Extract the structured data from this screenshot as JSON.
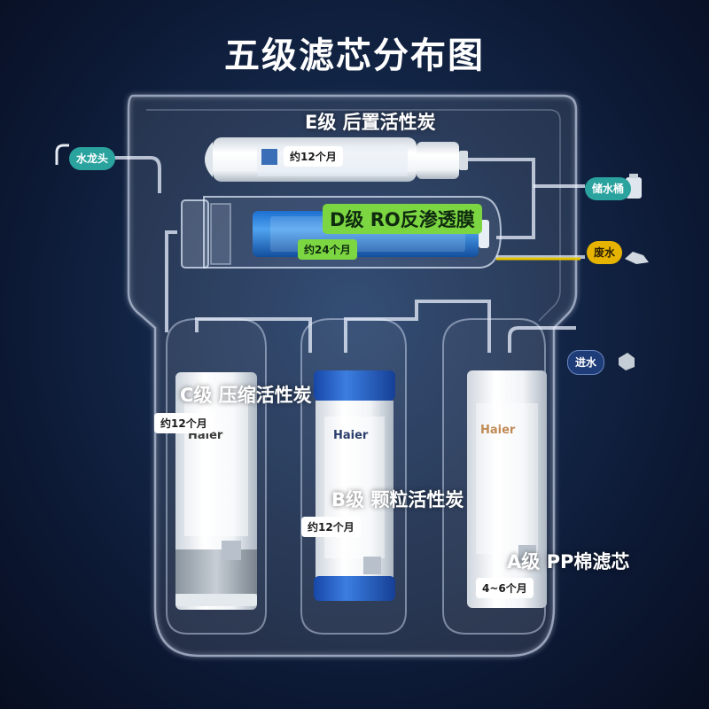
{
  "title": "五级滤芯分布图",
  "brand": "Haier",
  "stages": {
    "e": {
      "label": "E级 后置活性炭",
      "life": "约12个月"
    },
    "d": {
      "label": "D级 RO反渗透膜",
      "life": "约24个月"
    },
    "c": {
      "label": "C级 压缩活性炭",
      "life": "约12个月"
    },
    "b": {
      "label": "B级 颗粒活性炭",
      "life": "约12个月"
    },
    "a": {
      "label": "A级 PP棉滤芯",
      "life": "4~6个月"
    }
  },
  "ports": {
    "faucet": "水龙头",
    "tank": "储水桶",
    "waste": "废水",
    "inlet": "进水"
  },
  "colors": {
    "accent_green": "#7cd642",
    "teal": "#2aa39f",
    "yellow": "#e6b400",
    "navy": "#1e3c78",
    "background": "#132647"
  }
}
